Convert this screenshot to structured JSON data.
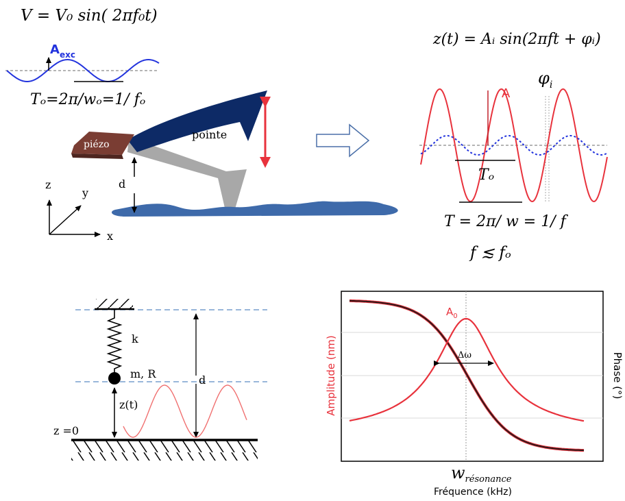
{
  "top_left": {
    "eq_voltage": "V = V₀ sin( 2πf₀t)",
    "a_exc_label": "A",
    "a_exc_sub": "exc",
    "period_eq": "Tₒ=2π/wₒ=1/ fₒ",
    "piezo_label": "piézo",
    "tip_label": "pointe",
    "d_label": "d",
    "axes": {
      "z": "z",
      "y": "y",
      "x": "x"
    }
  },
  "top_right": {
    "eq_position": "z(t) = Aᵢ sin(2πft + φᵢ)",
    "phase_label": "φ",
    "phase_sub": "i",
    "amp_label": "A",
    "period_small": "Tₒ",
    "period_eq": "T = 2π/ w = 1/ f",
    "freq_relation": "f ≲ fₒ"
  },
  "bottom_left": {
    "spring_label": "k",
    "mass_label": "m, R",
    "d_label": "d",
    "z_label": "z(t)",
    "z0_label": "z =0"
  },
  "bottom_right": {
    "a0_label": "A",
    "a0_sub": "0",
    "delta_label": "Δω",
    "ylabel": "Amplitude (nm)",
    "y2label": "Phase (°)",
    "w_label": "w",
    "w_sub": "résonance",
    "xlabel": "Fréquence (kHz)"
  },
  "colors": {
    "red": "#e8323c",
    "blue": "#2233dd",
    "navy": "#0d2a66",
    "brown": "#7a3d33",
    "gray": "#a8a8a8",
    "surface": "#3e6aaa",
    "dark_curve": "#2a1a1a"
  }
}
